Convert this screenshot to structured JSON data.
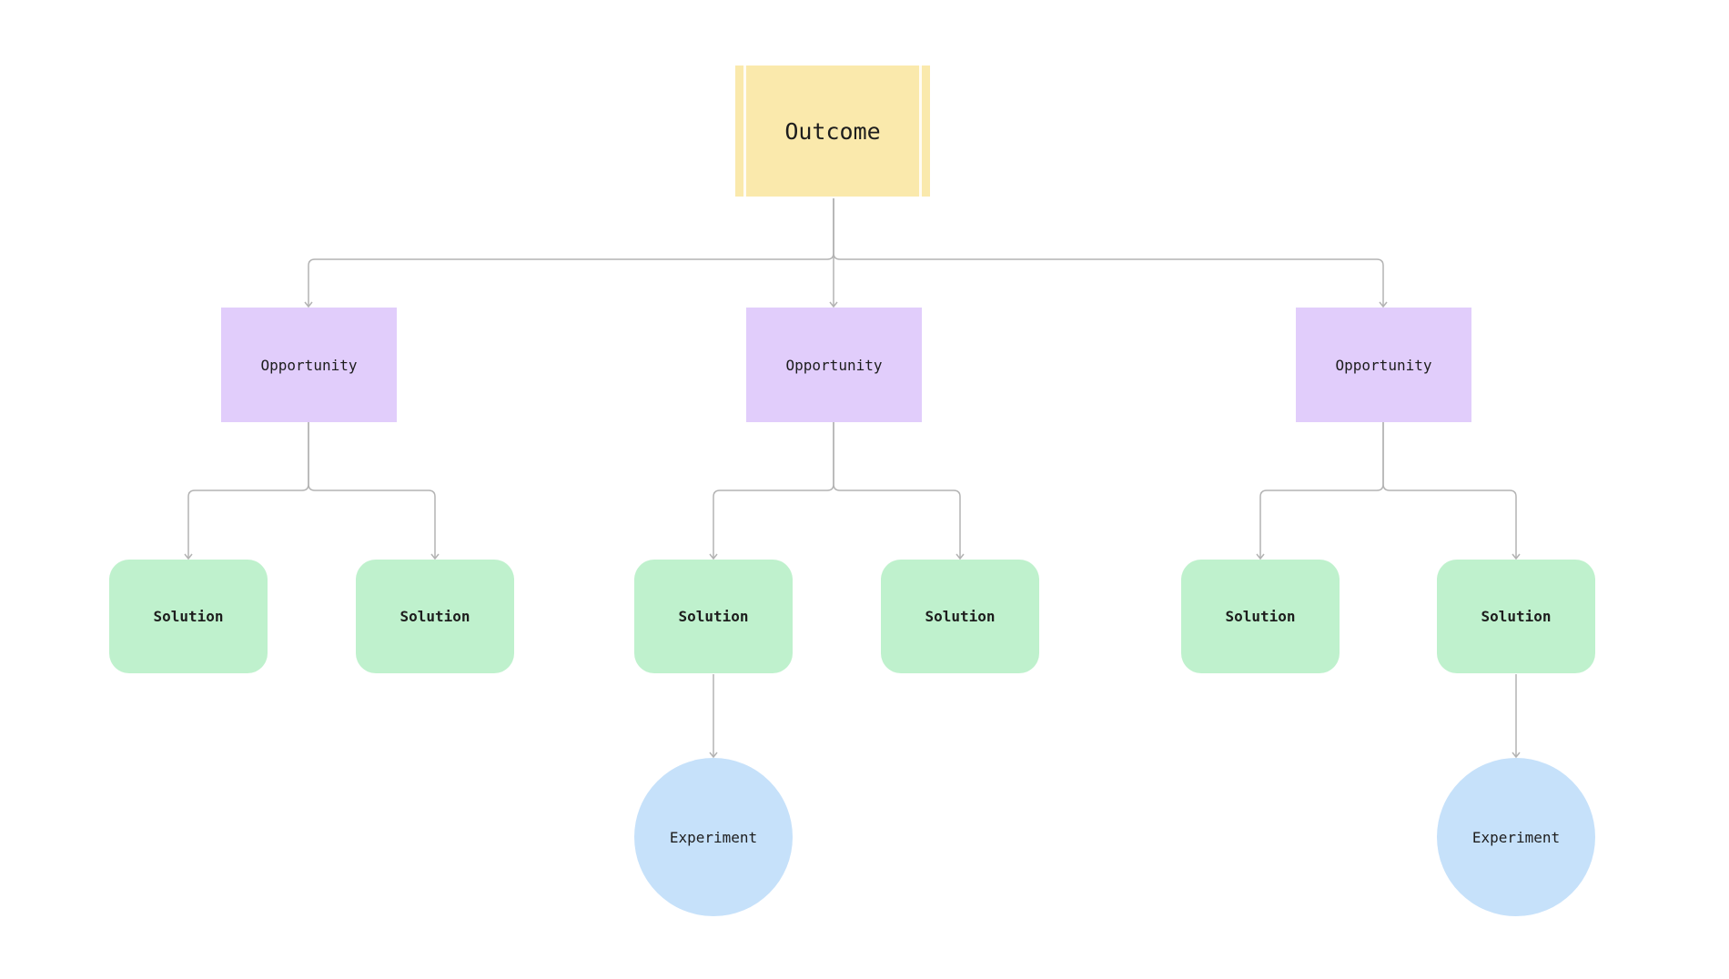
{
  "diagram": {
    "title": "",
    "colors": {
      "outcome": "#fae9ac",
      "opportunity": "#e1cdfb",
      "solution": "#bff1cd",
      "experiment": "#c6e1fa",
      "connector": "#b3b3b3"
    },
    "outcome": {
      "label": "Outcome"
    },
    "opportunities": [
      {
        "label": "Opportunity",
        "solutions": [
          {
            "label": "Solution"
          },
          {
            "label": "Solution"
          }
        ]
      },
      {
        "label": "Opportunity",
        "solutions": [
          {
            "label": "Solution",
            "experiment": {
              "label": "Experiment"
            }
          },
          {
            "label": "Solution"
          }
        ]
      },
      {
        "label": "Opportunity",
        "solutions": [
          {
            "label": "Solution"
          },
          {
            "label": "Solution",
            "experiment": {
              "label": "Experiment"
            }
          }
        ]
      }
    ]
  }
}
